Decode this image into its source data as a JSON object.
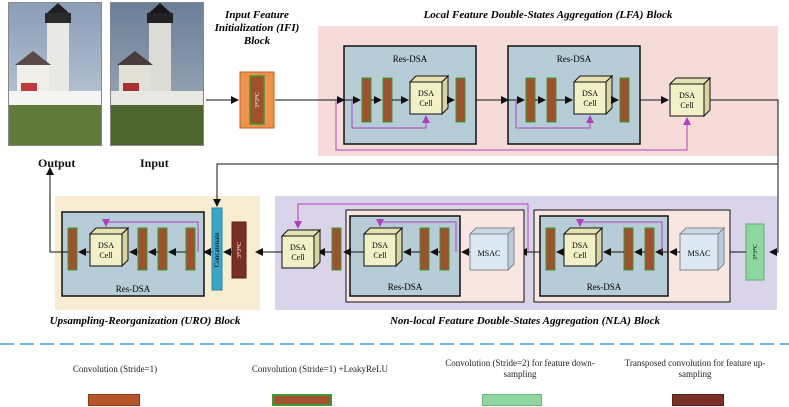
{
  "photos": {
    "output_label": "Output",
    "input_label": "Input"
  },
  "blocks": {
    "ifi_title": "Input Feature Initialization (IFI) Block",
    "ifi_title_line1": "Input Feature",
    "ifi_title_line2": "Initialization (IFI)",
    "ifi_title_line3": "Block",
    "lfa_title": "Local Feature Double-States Aggregation (LFA) Block",
    "nla_title": "Non-local Feature Double-States Aggregation (NLA) Block",
    "uro_title": "Upsampling-Reorganization (URO) Block"
  },
  "labels": {
    "res_dsa": "Res-DSA",
    "dsa_line1": "DSA",
    "dsa_line2": "Cell",
    "conv3": "3*3*C",
    "msac": "MSAC",
    "concatenate": "Concatenate"
  },
  "legend": [
    {
      "text": "Convolution (Stride=1)",
      "color": "#b5562a",
      "border": "#b5562a"
    },
    {
      "text": "Convolution  (Stride=1) +LeakyReLU",
      "color": "#a0502a",
      "border": "#3a9a3a"
    },
    {
      "text": "Convolution (Stride=2) for feature down-sampling",
      "color": "#8fd6a0",
      "border": "#8fd6a0"
    },
    {
      "text": "Transposed convolution for feature up-sampling",
      "color": "#7a2f24",
      "border": "#7a2f24"
    }
  ],
  "colors": {
    "lfa_bg": "#f6dcd9",
    "nla_bg": "#d9d4ea",
    "uro_bg": "#f8ecd0",
    "res_dsa_bg": "#b6ccd6",
    "dsa_cell_bg": "#f3f0c8",
    "conv_brown": "#a0502a",
    "conv_border_green": "#3a9a3a",
    "ifi_orange": "#f0924a",
    "msac_bg": "#dce8f2",
    "concat_blue": "#3aa6c8",
    "transposed": "#7a2f24",
    "downsample": "#8fd6a0",
    "skip_purple": "#b040c0",
    "divider_blue": "#3aa0d8"
  }
}
